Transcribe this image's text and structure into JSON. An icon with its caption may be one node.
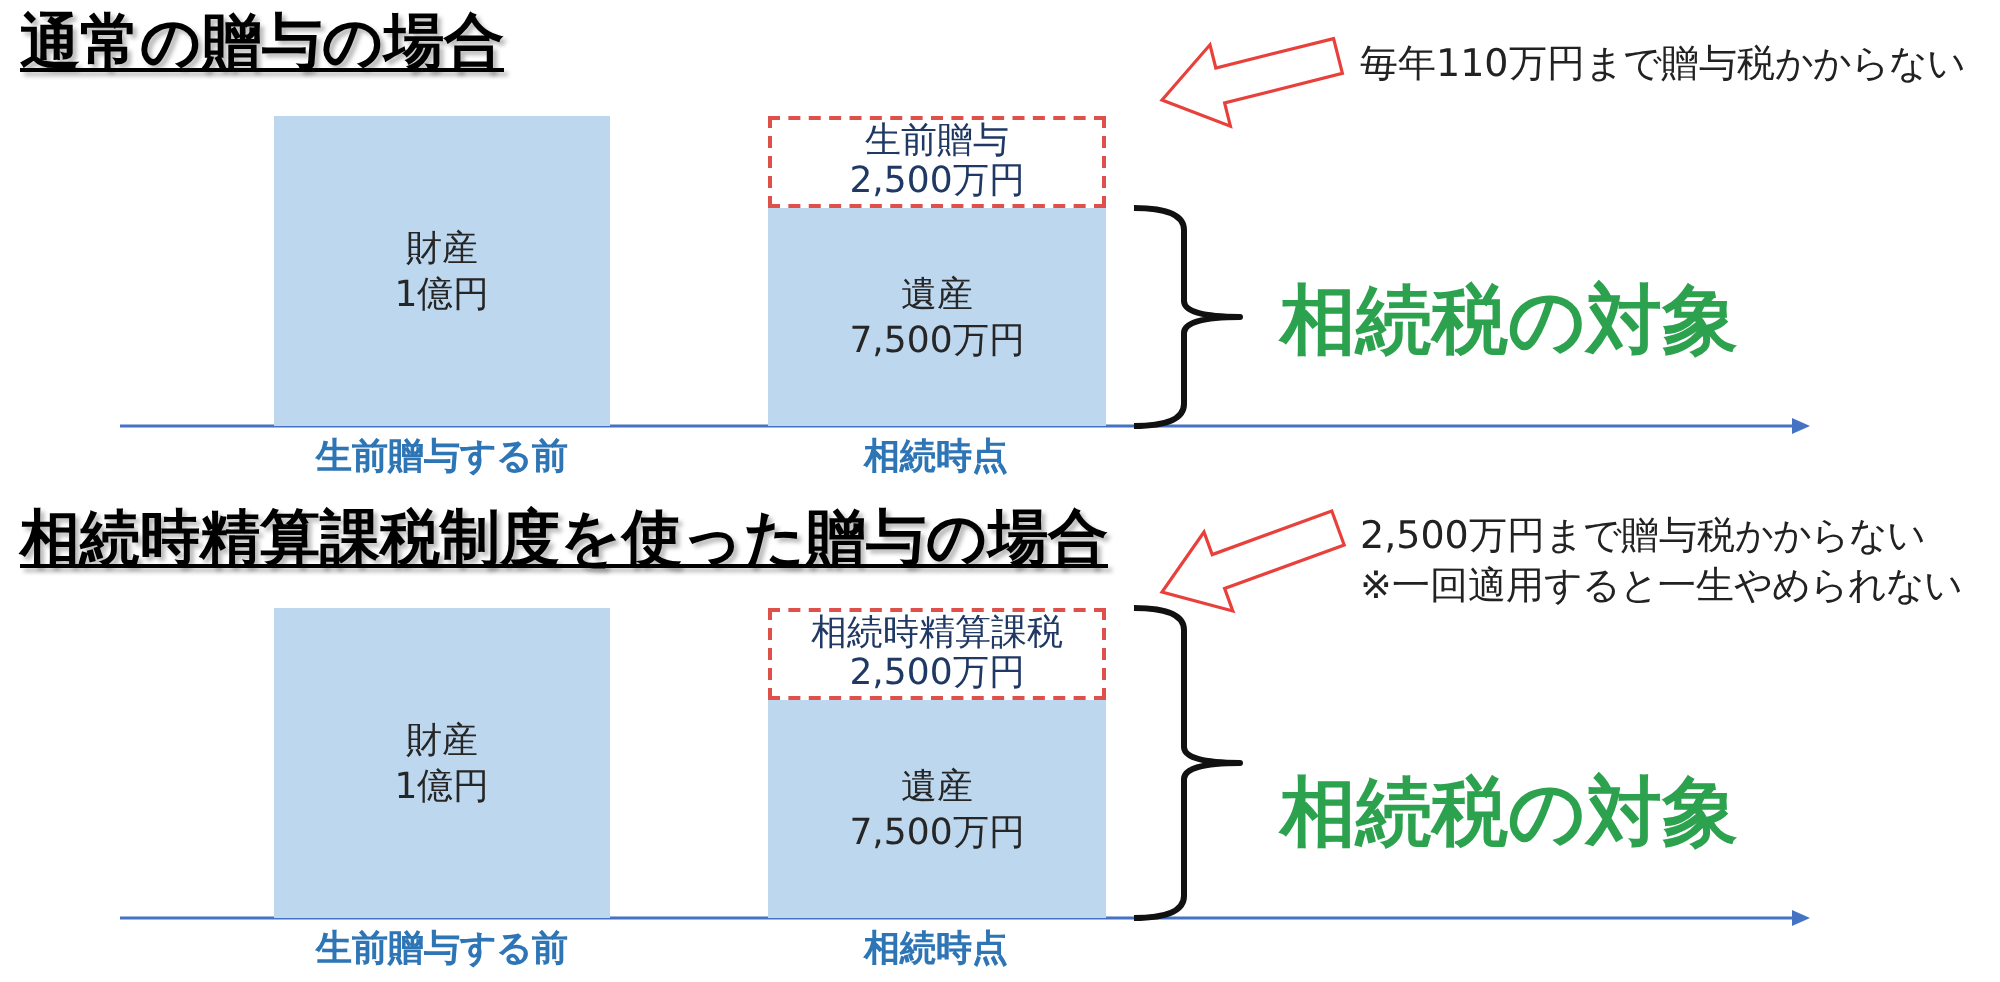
{
  "diagram": {
    "nodes": [
      {
        "text": [
          "財産",
          "1億円"
        ]
      },
      {
        "text": [
          "生前贈与",
          "2,500万円"
        ]
      },
      {
        "text": [
          "遺産",
          "7,500万円"
        ]
      },
      {
        "text": [
          "毎年110万円まで贈与税かからない"
        ]
      },
      {
        "text": [
          "財産",
          "1億円"
        ]
      },
      {
        "text": [
          "相続時精算課税",
          "2,500万円"
        ]
      },
      {
        "text": [
          "遺産",
          "7,500万円"
        ]
      },
      {
        "text": [
          "2,500万円まで贈与税かからない",
          "※一回適用すると一生やめられない"
        ]
      }
    ],
    "edges": [
      {
        "from": 3,
        "to": 1,
        "arrow": "to"
      },
      {
        "from": 7,
        "to": 5,
        "arrow": "to"
      }
    ],
    "labels": [
      "通常の贈与の場合",
      "相続税の対象",
      "生前贈与する前",
      "相続時点",
      "相続時精算課税制度を使った贈与の場合",
      "相続税の対象",
      "生前贈与する前",
      "相続時点"
    ]
  }
}
